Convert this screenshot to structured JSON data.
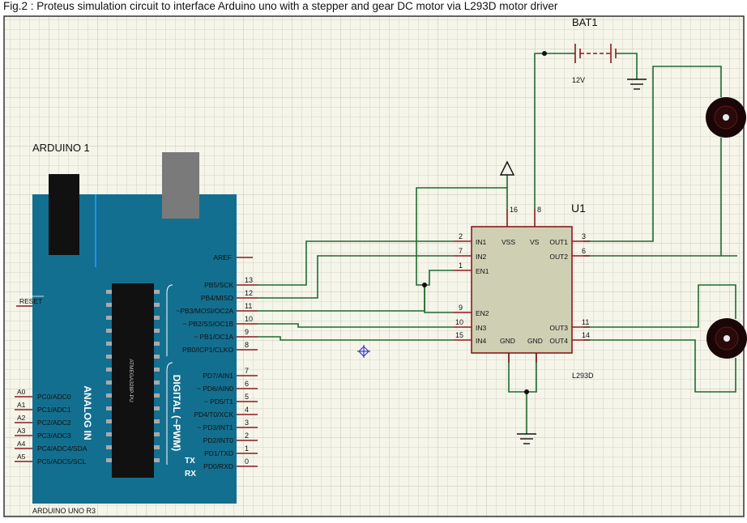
{
  "caption": "Fig.2 : Proteus simulation circuit to interface Arduino uno with a stepper and gear DC motor via L293D motor driver",
  "arduino": {
    "title": "ARDUINO 1",
    "model": "ARDUINO UNO R3",
    "reset_label": "RESET",
    "aref_label": "AREF",
    "digital_title": "DIGITAL (~PWM)",
    "analog_title": "ANALOG IN",
    "chip_text": "ATMEGA328P-PU",
    "tx_label": "TX",
    "rx_label": "RX",
    "digital_pins": [
      {
        "num": "13",
        "label": "PB5/SCK"
      },
      {
        "num": "12",
        "label": "PB4/MISO"
      },
      {
        "num": "11",
        "label": "~PB3/MOSI/OC2A"
      },
      {
        "num": "10",
        "label": "~ PB2/SS/OC1B"
      },
      {
        "num": "9",
        "label": "~ PB1/OC1A"
      },
      {
        "num": "8",
        "label": "PB0/ICP1/CLKO"
      },
      {
        "num": "7",
        "label": "PD7/AIN1"
      },
      {
        "num": "6",
        "label": "~ PD6/AIN0"
      },
      {
        "num": "5",
        "label": "~ PD5/T1"
      },
      {
        "num": "4",
        "label": "PD4/T0/XCK"
      },
      {
        "num": "3",
        "label": "~ PD3/INT1"
      },
      {
        "num": "2",
        "label": "PD2/INT0"
      },
      {
        "num": "1",
        "label": "PD1/TXD"
      },
      {
        "num": "0",
        "label": "PD0/RXD"
      }
    ],
    "analog_pins": [
      {
        "num": "A0",
        "label": "PC0/ADC0"
      },
      {
        "num": "A1",
        "label": "PC1/ADC1"
      },
      {
        "num": "A2",
        "label": "PC2/ADC2"
      },
      {
        "num": "A3",
        "label": "PC3/ADC3"
      },
      {
        "num": "A4",
        "label": "PC4/ADC4/SDA"
      },
      {
        "num": "A5",
        "label": "PC5/ADC5/SCL"
      }
    ]
  },
  "driver": {
    "ref": "U1",
    "part": "L293D",
    "top_pin_nums": [
      "16",
      "8"
    ],
    "left_pins": [
      {
        "num": "2",
        "label": "IN1"
      },
      {
        "num": "7",
        "label": "IN2"
      },
      {
        "num": "1",
        "label": "EN1"
      },
      {
        "num": "9",
        "label": "EN2"
      },
      {
        "num": "10",
        "label": "IN3"
      },
      {
        "num": "15",
        "label": "IN4"
      }
    ],
    "right_pins": [
      {
        "num": "3",
        "label": "OUT1"
      },
      {
        "num": "6",
        "label": "OUT2"
      },
      {
        "num": "11",
        "label": "OUT3"
      },
      {
        "num": "14",
        "label": "OUT4"
      }
    ],
    "vss_label": "VSS",
    "vs_label": "VS",
    "gnd_labels": [
      "GND",
      "GND"
    ]
  },
  "battery": {
    "ref": "BAT1",
    "voltage": "12V"
  }
}
